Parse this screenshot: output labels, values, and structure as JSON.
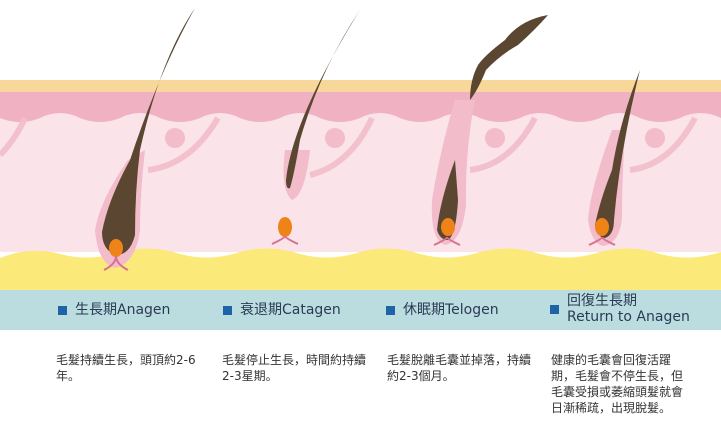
{
  "colors": {
    "epidermis_top": "#f8d79a",
    "epidermis": "#f0b2c2",
    "dermis": "#fbe3ea",
    "sheath": "#f2bccb",
    "fat": "#fbe97a",
    "hair": "#5a4631",
    "papilla": "#ee8418",
    "band": "#bcdde0",
    "bullet": "#1e63a8"
  },
  "stages": [
    {
      "id": "anagen",
      "bullet_icon": "square-icon",
      "label": "生長期Anagen",
      "label_line2": "",
      "description": "毛髮持續生長，頭頂約2-6年。"
    },
    {
      "id": "catagen",
      "bullet_icon": "square-icon",
      "label": "衰退期Catagen",
      "label_line2": "",
      "description": "毛髮停止生長，時間約持續2-3星期。"
    },
    {
      "id": "telogen",
      "bullet_icon": "square-icon",
      "label": "休眠期Telogen",
      "label_line2": "",
      "description": "毛髮脫離毛囊並掉落，持續約2-3個月。"
    },
    {
      "id": "return",
      "bullet_icon": "square-icon",
      "label": "回復生長期",
      "label_line2": "Return to  Anagen",
      "description": "健康的毛囊會回復活躍期，毛髮會不停生長，但毛囊受損或萎縮頭髮就會日漸稀疏，出現脫髮。"
    }
  ]
}
